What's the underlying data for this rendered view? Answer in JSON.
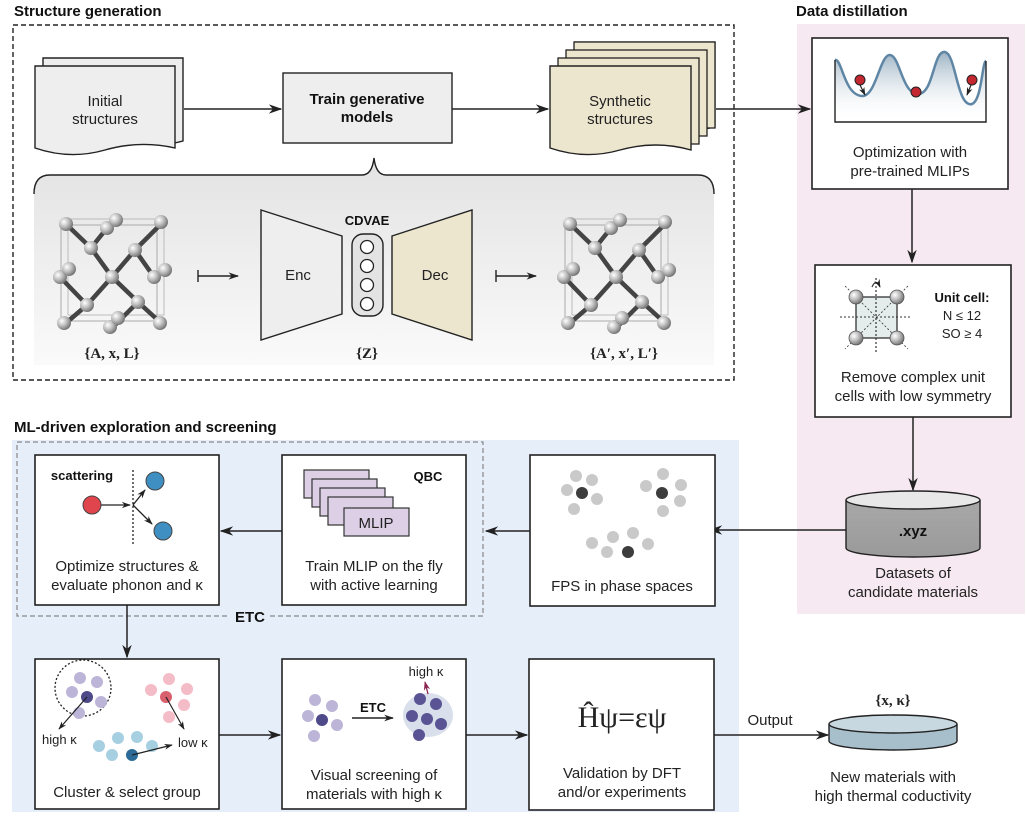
{
  "sections": {
    "structure_generation": "Structure generation",
    "data_distillation": "Data distillation",
    "ml_exploration": "ML-driven exploration and screening"
  },
  "structure_generation": {
    "initial": [
      "Initial",
      "structures"
    ],
    "train": [
      "Train generative",
      "models"
    ],
    "synthetic": [
      "Synthetic",
      "structures"
    ],
    "cdvae": {
      "title": "CDVAE",
      "encoder": "Enc",
      "decoder": "Dec",
      "input_label": "{A, x, L}",
      "latent_label": "{Z}",
      "output_label": "{A′, x′, L′}"
    }
  },
  "data_distillation": {
    "optimization": [
      "Optimization with",
      "pre-trained MLIPs"
    ],
    "unit_cell": {
      "title": "Unit cell:",
      "rule1": "N ≤ 12",
      "rule2": "SO ≥ 4",
      "caption": [
        "Remove complex unit",
        "cells with low symmetry"
      ]
    },
    "dataset": {
      "db_label": ".xyz",
      "caption": [
        "Datasets of",
        "candidate materials"
      ]
    }
  },
  "ml_exploration": {
    "optimize": {
      "tag": "scattering",
      "caption": [
        "Optimize structures &",
        "evaluate phonon and κ"
      ]
    },
    "train_mlip": {
      "tag": "QBC",
      "stack_label": "MLIP",
      "caption": [
        "Train MLIP on the fly",
        "with active learning"
      ]
    },
    "fps": {
      "caption": "FPS in phase spaces"
    },
    "etc_group_label": "ETC",
    "cluster": {
      "high": "high κ",
      "low": "low κ",
      "caption": "Cluster & select group"
    },
    "visual": {
      "arrow_label": "ETC",
      "high": "high κ",
      "caption": [
        "Visual screening of",
        "materials with high κ"
      ]
    },
    "validation": {
      "equation": "Ĥψ=εψ",
      "caption": [
        "Validation by DFT",
        "and/or experiments"
      ]
    },
    "output": {
      "arrow_label": "Output",
      "db_label": "{x, κ}",
      "caption": [
        "New materials with",
        "high thermal coductivity"
      ]
    }
  },
  "colors": {
    "pink_panel": "#f6e9f1",
    "blue_panel": "#e6eef9",
    "beige": "#ede6cf",
    "gray_box": "#eeeeee",
    "mlip_purple": "#ddd0e6",
    "red_atom": "#e0454d",
    "blue_atom": "#3f8fc2"
  }
}
